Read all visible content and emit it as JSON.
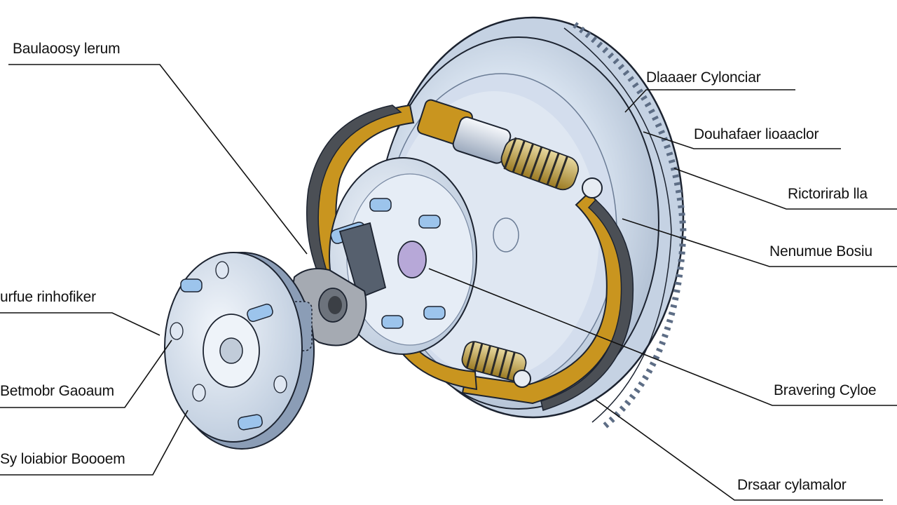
{
  "colors": {
    "background": "#ffffff",
    "steel_light": "#e3ebf5",
    "steel_mid": "#bccadd",
    "steel_dark": "#8b9db6",
    "shoe_gold": "#c9951f",
    "lining_dark": "#4b4f55",
    "outline": "#1c2330",
    "stud_blue": "#9cc4ec"
  },
  "icons": [
    "drum-icon",
    "hub-flange-icon",
    "brake-shoe-icon",
    "return-spring-icon",
    "wheel-cylinder-icon",
    "backing-plate-icon"
  ],
  "labels": {
    "left": [
      "Baulaoosy lerum",
      "urfue rinhofiker",
      "Betmobr Gaoaum",
      "Sy loiabior Boooem"
    ],
    "right": [
      "Dlaaaer Cylonciar",
      "Douhafaer lioaaclor",
      "Rictorirab lla",
      "Nenumue Bosiu",
      "Bravering Cyloe",
      "Drsaar cylamalor"
    ]
  }
}
